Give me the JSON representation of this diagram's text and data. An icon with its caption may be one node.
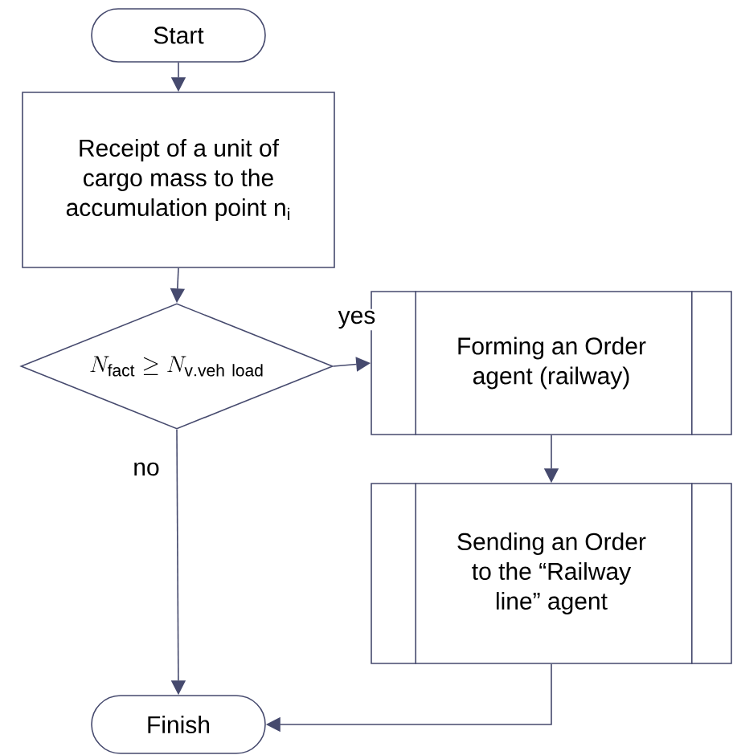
{
  "diagram": {
    "nodes": [
      {
        "text": [
          "Start"
        ]
      },
      {
        "text": [
          "Receipt of a unit of cargo mass to the accumulation point n$_{i}$"
        ]
      },
      {
        "text": [
          "N_{\\mathrm{fact}}\\geq N_{\\mathrm{v.veh\\ load}}"
        ]
      },
      {
        "text": [
          "Forming an Order agent (railway)"
        ]
      },
      {
        "text": [
          "Sending an Order to the “Railway line” agent"
        ]
      },
      {
        "text": [
          "Finish"
        ]
      }
    ],
    "edges": [
      {
        "from": 0,
        "to": 1,
        "arrow": "to"
      },
      {
        "from": 1,
        "to": 2,
        "arrow": "to"
      },
      {
        "from": 2,
        "to": 3,
        "arrow": "to",
        "label": "yes"
      },
      {
        "from": 3,
        "to": 4,
        "arrow": "to"
      },
      {
        "from": 2,
        "to": 5,
        "arrow": "to",
        "label": "no"
      },
      {
        "from": 4,
        "to": 5,
        "arrow": "to"
      }
    ]
  }
}
